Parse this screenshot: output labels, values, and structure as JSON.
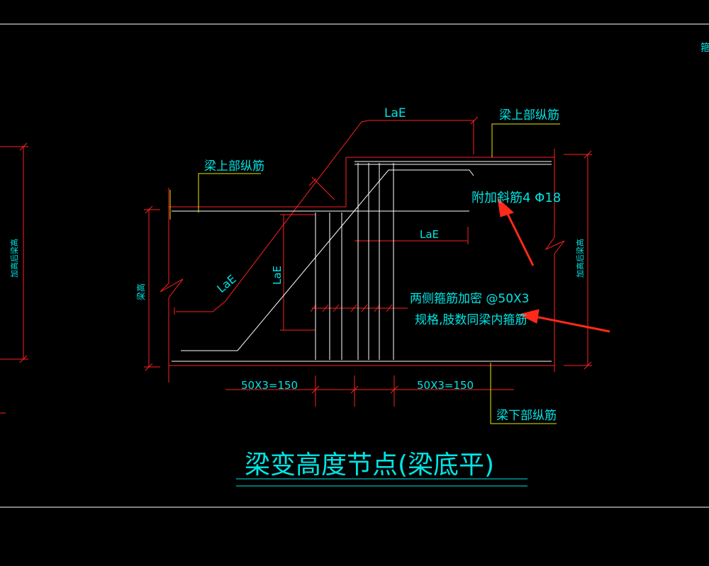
{
  "colors": {
    "background": "#000000",
    "frame": "#ffffff",
    "rebar": "#ffffff",
    "dimension": "#ff2020",
    "text": "#00e5e5",
    "leader_yellow": "#e8e800",
    "arrow": "#ff2a1a"
  },
  "title": "梁变高度节点(梁底平)",
  "labels": {
    "top_bar_left": "梁上部纵筋",
    "top_bar_right": "梁上部纵筋",
    "bottom_bar": "梁下部纵筋",
    "lae_top": "LaE",
    "lae_mid": "LaE",
    "lae_diag": "LaE",
    "lae_vert": "LaE",
    "added_bar": "附加斜筋4 Φ18",
    "stirrup_line1": "两侧箍筋加密 @50X3",
    "stirrup_line2": "规格,肢数同梁内箍筋",
    "dim_left": "50X3=150",
    "dim_right": "50X3=150",
    "beam_height": "梁高",
    "beam_height_after_left": "加高后梁高",
    "beam_height_after_right": "加高后梁高",
    "edge_fragment": "箍"
  }
}
